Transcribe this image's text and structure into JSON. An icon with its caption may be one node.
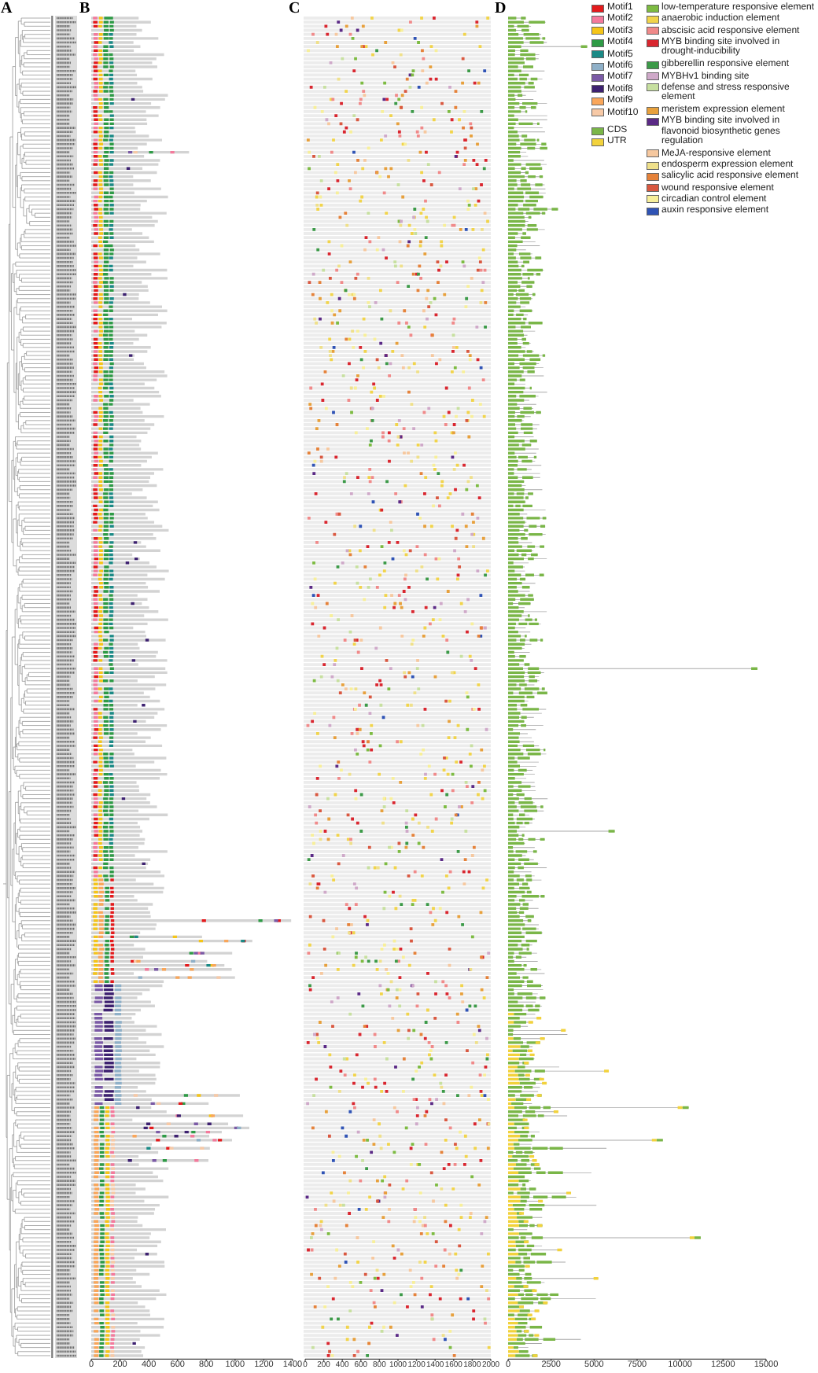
{
  "diagram": {
    "labels": [
      "A",
      "B",
      "C",
      "D",
      "0",
      "200",
      "400",
      "600",
      "800",
      "1000",
      "1200",
      "1400",
      "0",
      "200",
      "400",
      "600",
      "800",
      "1000",
      "1200",
      "1400",
      "1600",
      "1800",
      "2000",
      "0",
      "2500",
      "5000",
      "7500",
      "10000",
      "12500",
      "15000"
    ],
    "legend": [
      {
        "text": "Motif1",
        "color": "#e41a1c"
      },
      {
        "text": "Motif2",
        "color": "#f47a9c"
      },
      {
        "text": "Motif3",
        "color": "#f5c518"
      },
      {
        "text": "Motif4",
        "color": "#2e9b46"
      },
      {
        "text": "Motif5",
        "color": "#1b8a86"
      },
      {
        "text": "Motif6",
        "color": "#8fb0c8"
      },
      {
        "text": "Motif7",
        "color": "#7b5aa6"
      },
      {
        "text": "Motif8",
        "color": "#3d2170"
      },
      {
        "text": "Motif9",
        "color": "#f9a65a"
      },
      {
        "text": "Motif10",
        "color": "#f7c9a6"
      },
      {
        "text": "low-temperature responsive element",
        "color": "#7dbb42"
      },
      {
        "text": "anaerobic induction element",
        "color": "#f1d44b"
      },
      {
        "text": "abscisic acid responsive element",
        "color": "#f08a8a"
      },
      {
        "text": "MYB binding site involved in drought-inducibility",
        "color": "#d9262f"
      },
      {
        "text": "gibberellin responsive element",
        "color": "#3c9a48"
      },
      {
        "text": "MYBHv1 binding site",
        "color": "#cfa9c9"
      },
      {
        "text": "defense and stress responsive element",
        "color": "#c7e0a0"
      },
      {
        "text": "meristem expression element",
        "color": "#e7a03c"
      },
      {
        "text": "MYB binding site involved in flavonoid biosynthetic genes regulation",
        "color": "#5b2a86"
      },
      {
        "text": "MeJA-responsive element",
        "color": "#f6c89f"
      },
      {
        "text": "endosperm expression element",
        "color": "#efe08a"
      },
      {
        "text": "salicylic acid responsive element",
        "color": "#e5823a"
      },
      {
        "text": "wound responsive element",
        "color": "#d95840"
      },
      {
        "text": "circadian control element",
        "color": "#f7ef9a"
      },
      {
        "text": "auxin responsive element",
        "color": "#2f53b5"
      },
      {
        "text": "CDS",
        "color": "#7ab648"
      },
      {
        "text": "UTR",
        "color": "#f2d23c"
      }
    ]
  }
}
